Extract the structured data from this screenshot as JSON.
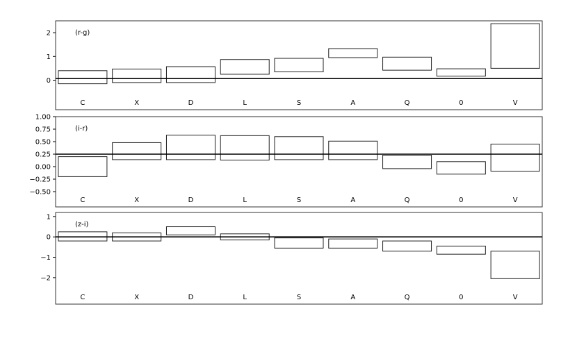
{
  "chart_data": [
    {
      "type": "box",
      "title": "(r-g)",
      "categories": [
        "C",
        "X",
        "D",
        "L",
        "S",
        "A",
        "Q",
        "0",
        "V"
      ],
      "ranges": [
        [
          -0.15,
          0.4
        ],
        [
          -0.1,
          0.47
        ],
        [
          -0.1,
          0.57
        ],
        [
          0.25,
          0.87
        ],
        [
          0.35,
          0.92
        ],
        [
          0.95,
          1.33
        ],
        [
          0.42,
          0.97
        ],
        [
          0.17,
          0.48
        ],
        [
          0.5,
          2.38
        ]
      ],
      "reference_line": 0.07,
      "ylim": [
        -0.6,
        2.5
      ],
      "yticks": [
        0,
        1,
        2
      ],
      "ytick_labels": [
        "0",
        "1",
        "2"
      ]
    },
    {
      "type": "box",
      "title": "(i-r)",
      "categories": [
        "C",
        "X",
        "D",
        "L",
        "S",
        "A",
        "Q",
        "0",
        "V"
      ],
      "ranges": [
        [
          -0.2,
          0.2
        ],
        [
          0.14,
          0.48
        ],
        [
          0.14,
          0.63
        ],
        [
          0.13,
          0.62
        ],
        [
          0.14,
          0.6
        ],
        [
          0.14,
          0.51
        ],
        [
          -0.04,
          0.23
        ],
        [
          -0.15,
          0.1
        ],
        [
          -0.09,
          0.45
        ]
      ],
      "reference_line": 0.25,
      "ylim": [
        -0.5,
        1.0
      ],
      "yticks": [
        -0.5,
        -0.25,
        0,
        0.25,
        0.5,
        0.75,
        1.0
      ],
      "ytick_labels": [
        "−0.50",
        "−0.25",
        "0.00",
        "0.25",
        "0.50",
        "0.75",
        "1.00"
      ]
    },
    {
      "type": "box",
      "title": "(z-i)",
      "categories": [
        "C",
        "X",
        "D",
        "L",
        "S",
        "A",
        "Q",
        "0",
        "V"
      ],
      "ranges": [
        [
          -0.2,
          0.25
        ],
        [
          -0.2,
          0.2
        ],
        [
          0.1,
          0.5
        ],
        [
          -0.15,
          0.15
        ],
        [
          -0.55,
          -0.05
        ],
        [
          -0.55,
          -0.1
        ],
        [
          -0.7,
          -0.2
        ],
        [
          -0.85,
          -0.45
        ],
        [
          -2.05,
          -0.7
        ]
      ],
      "reference_line": 0.0,
      "ylim": [
        -2.55,
        1.2
      ],
      "yticks": [
        -2,
        -1,
        0,
        1
      ],
      "ytick_labels": [
        "−2",
        "−1",
        "0",
        "1"
      ]
    }
  ]
}
